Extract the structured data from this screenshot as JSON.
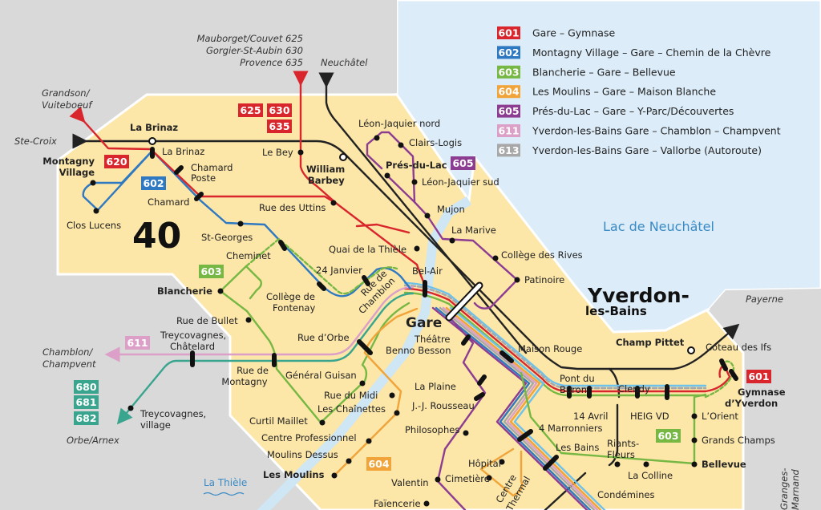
{
  "colors": {
    "background": "#d9d9d9",
    "zone": "#fce6a8",
    "lake": "#dcecf8",
    "river": "#cfe6f5",
    "601": "#d9262c",
    "602": "#2f79c3",
    "603": "#76b843",
    "604": "#f0a43a",
    "605": "#8c3d92",
    "611": "#dca0c8",
    "613": "#a8a8a8",
    "620": "#d9262c",
    "625": "#d9262c",
    "680": "#3aa58f",
    "train": "#222222",
    "lake_label": "#3a8ac4"
  },
  "legend": [
    {
      "line": "601",
      "label": "Gare – Gymnase"
    },
    {
      "line": "602",
      "label": "Montagny Village – Gare – Chemin de la Chèvre"
    },
    {
      "line": "603",
      "label": "Blancherie – Gare – Bellevue"
    },
    {
      "line": "604",
      "label": "Les Moulins – Gare – Maison Blanche"
    },
    {
      "line": "605",
      "label": "Prés-du-Lac – Gare – Y-Parc/Découvertes"
    },
    {
      "line": "611",
      "label": "Yverdon-les-Bains Gare – Chamblon – Champvent"
    },
    {
      "line": "613",
      "label": "Yverdon-les-Bains Gare – Vallorbe (Autoroute)"
    }
  ],
  "zone_number": "40",
  "city": {
    "line1": "Yverdon-",
    "line2": "les-Bains"
  },
  "lake": "Lac de Neuchâtel",
  "river": "La Thièle",
  "destinations": {
    "mauborget": "Mauborget/Couvet  625",
    "gorgier": "Gorgier-St-Aubin  630",
    "provence": "Provence  635",
    "neuchatel": "Neuchâtel",
    "grandson1": "Grandson/",
    "grandson2": "Vuiteboeuf",
    "ste_croix": "Ste-Croix",
    "chamblon1": "Chamblon/",
    "chamblon2": "Champvent",
    "orbe": "Orbe/Arnex",
    "payerne": "Payerne",
    "granges1": "Granges-",
    "granges2": "Marnand"
  },
  "badges": {
    "b620": "620",
    "b602": "602",
    "b625": "625",
    "b630": "630",
    "b635": "635",
    "b605": "605",
    "b603a": "603",
    "b611": "611",
    "b680": "680",
    "b681": "681",
    "b682": "682",
    "b604": "604",
    "b601": "601",
    "b603b": "603"
  },
  "stations": {
    "la_brinaz_train": "La Brinaz",
    "la_brinaz": "La Brinaz",
    "montagny1": "Montagny",
    "montagny2": "Village",
    "chamard_poste1": "Chamard",
    "chamard_poste2": "Poste",
    "chamard": "Chamard",
    "clos_lucens": "Clos Lucens",
    "st_georges": "St-Georges",
    "le_bey": "Le Bey",
    "william1": "William",
    "william2": "Barbey",
    "rue_uttins": "Rue des Uttins",
    "leon_nord": "Léon-Jaquier nord",
    "clairs_logis": "Clairs-Logis",
    "pres_du_lac": "Prés-du-Lac",
    "leon_sud": "Léon-Jaquier sud",
    "mujon": "Mujon",
    "la_marive": "La Marive",
    "college_rives": "Collège des Rives",
    "patinoire": "Patinoire",
    "quai_thiele": "Quai de la Thièle",
    "cheminet": "Cheminet",
    "janvier": "24 Janvier",
    "bel_air": "Bel-Air",
    "fontenay1": "Collège de",
    "fontenay2": "Fontenay",
    "chamblon_rue1": "Rue de",
    "chamblon_rue2": "Chamblon",
    "blancherie": "Blancherie",
    "gare": "Gare",
    "rue_bullet": "Rue de Bullet",
    "chatelard1": "Treycovagnes,",
    "chatelard2": "Châtelard",
    "rue_orbe": "Rue d’Orbe",
    "theatre1": "Théâtre",
    "theatre2": "Benno Besson",
    "maison_rouge": "Maison Rouge",
    "champ_pittet": "Champ Pittet",
    "coteau": "Coteau des Ifs",
    "rue_montagny1": "Rue de",
    "rue_montagny2": "Montagny",
    "general_guisan": "Général Guisan",
    "la_plaine": "La Plaine",
    "pont_buron1": "Pont du",
    "pont_buron2": "Buron",
    "clendy": "Clendy",
    "gymnase1": "Gymnase",
    "gymnase2": "d’Yverdon",
    "rue_midi": "Rue du Midi",
    "chainettes": "Les Chaînettes",
    "rousseau": "J.-J. Rousseau",
    "avril": "14 Avril",
    "heig": "HEIG VD",
    "orient": "L’Orient",
    "treyco_village1": "Treycovagnes,",
    "treyco_village2": "village",
    "curtil": "Curtil Maillet",
    "marronniers": "4 Marronniers",
    "philosophes": "Philosophes",
    "centre_pro": "Centre Professionnel",
    "grands_champs": "Grands Champs",
    "les_bains": "Les Bains",
    "riants1": "Riants-",
    "riants2": "Fleurs",
    "moulins_dessus": "Moulins Dessus",
    "hopital": "Hôpital",
    "bellevue": "Bellevue",
    "les_moulins": "Les Moulins",
    "cimetiere": "Cimetière",
    "la_colline": "La Colline",
    "valentin": "Valentin",
    "faiencerie": "Faïencerie",
    "condemines": "Condémines",
    "thermal1": "Centre",
    "thermal2": "Thermal"
  }
}
